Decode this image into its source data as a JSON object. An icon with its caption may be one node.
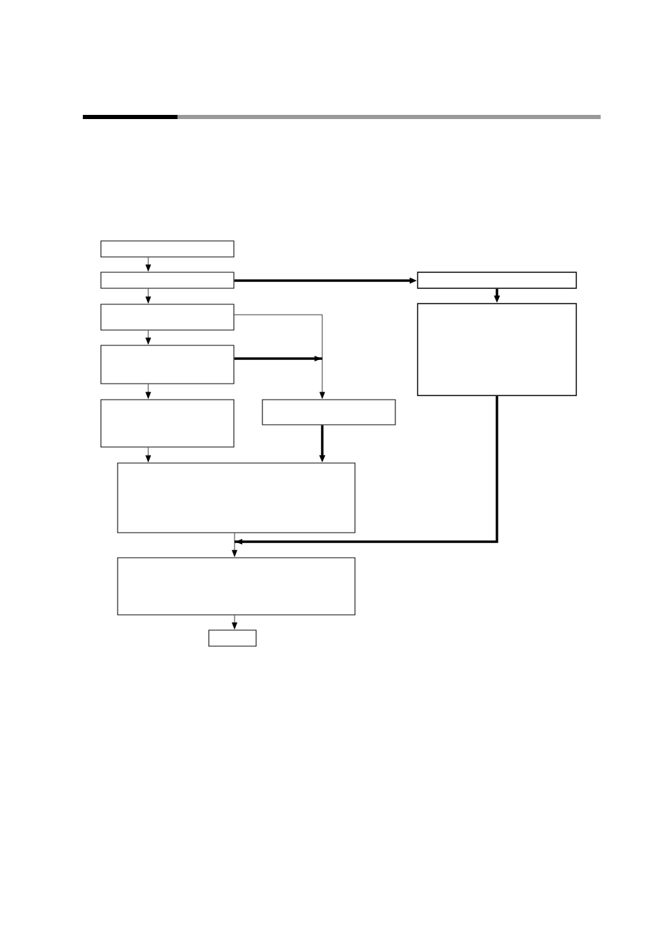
{
  "diagram": {
    "nodes": [
      {
        "text": [],
        "shape": "box"
      },
      {
        "text": [],
        "shape": "box"
      },
      {
        "text": [],
        "shape": "box"
      },
      {
        "text": [],
        "shape": "box"
      },
      {
        "text": [],
        "shape": "box"
      },
      {
        "text": [],
        "shape": "box"
      },
      {
        "text": [],
        "shape": "box"
      },
      {
        "text": [],
        "shape": "box"
      },
      {
        "text": [],
        "shape": "box"
      },
      {
        "text": [],
        "shape": "box"
      },
      {
        "text": [],
        "shape": "box"
      }
    ],
    "edges": [
      {
        "from": 0,
        "to": 1,
        "arrow": "to"
      },
      {
        "from": 1,
        "to": 3,
        "arrow": "to"
      },
      {
        "from": 3,
        "to": 5,
        "arrow": "to"
      },
      {
        "from": 5,
        "to": 6,
        "arrow": "to"
      },
      {
        "from": 6,
        "to": 8,
        "arrow": "to"
      },
      {
        "from": 1,
        "to": 2,
        "arrow": "to",
        "style": "thick"
      },
      {
        "from": 2,
        "to": 4,
        "arrow": "to",
        "style": "thick"
      },
      {
        "from": 3,
        "to": 7,
        "arrow": "to"
      },
      {
        "from": 5,
        "to": 7,
        "arrow": "to",
        "style": "thick"
      },
      {
        "from": 7,
        "to": 8,
        "arrow": "to",
        "style": "thick"
      },
      {
        "from": 8,
        "to": 9,
        "arrow": "to"
      },
      {
        "from": 4,
        "to": 9,
        "arrow": "to",
        "style": "thick"
      },
      {
        "from": 9,
        "to": 10,
        "arrow": "to"
      }
    ]
  }
}
